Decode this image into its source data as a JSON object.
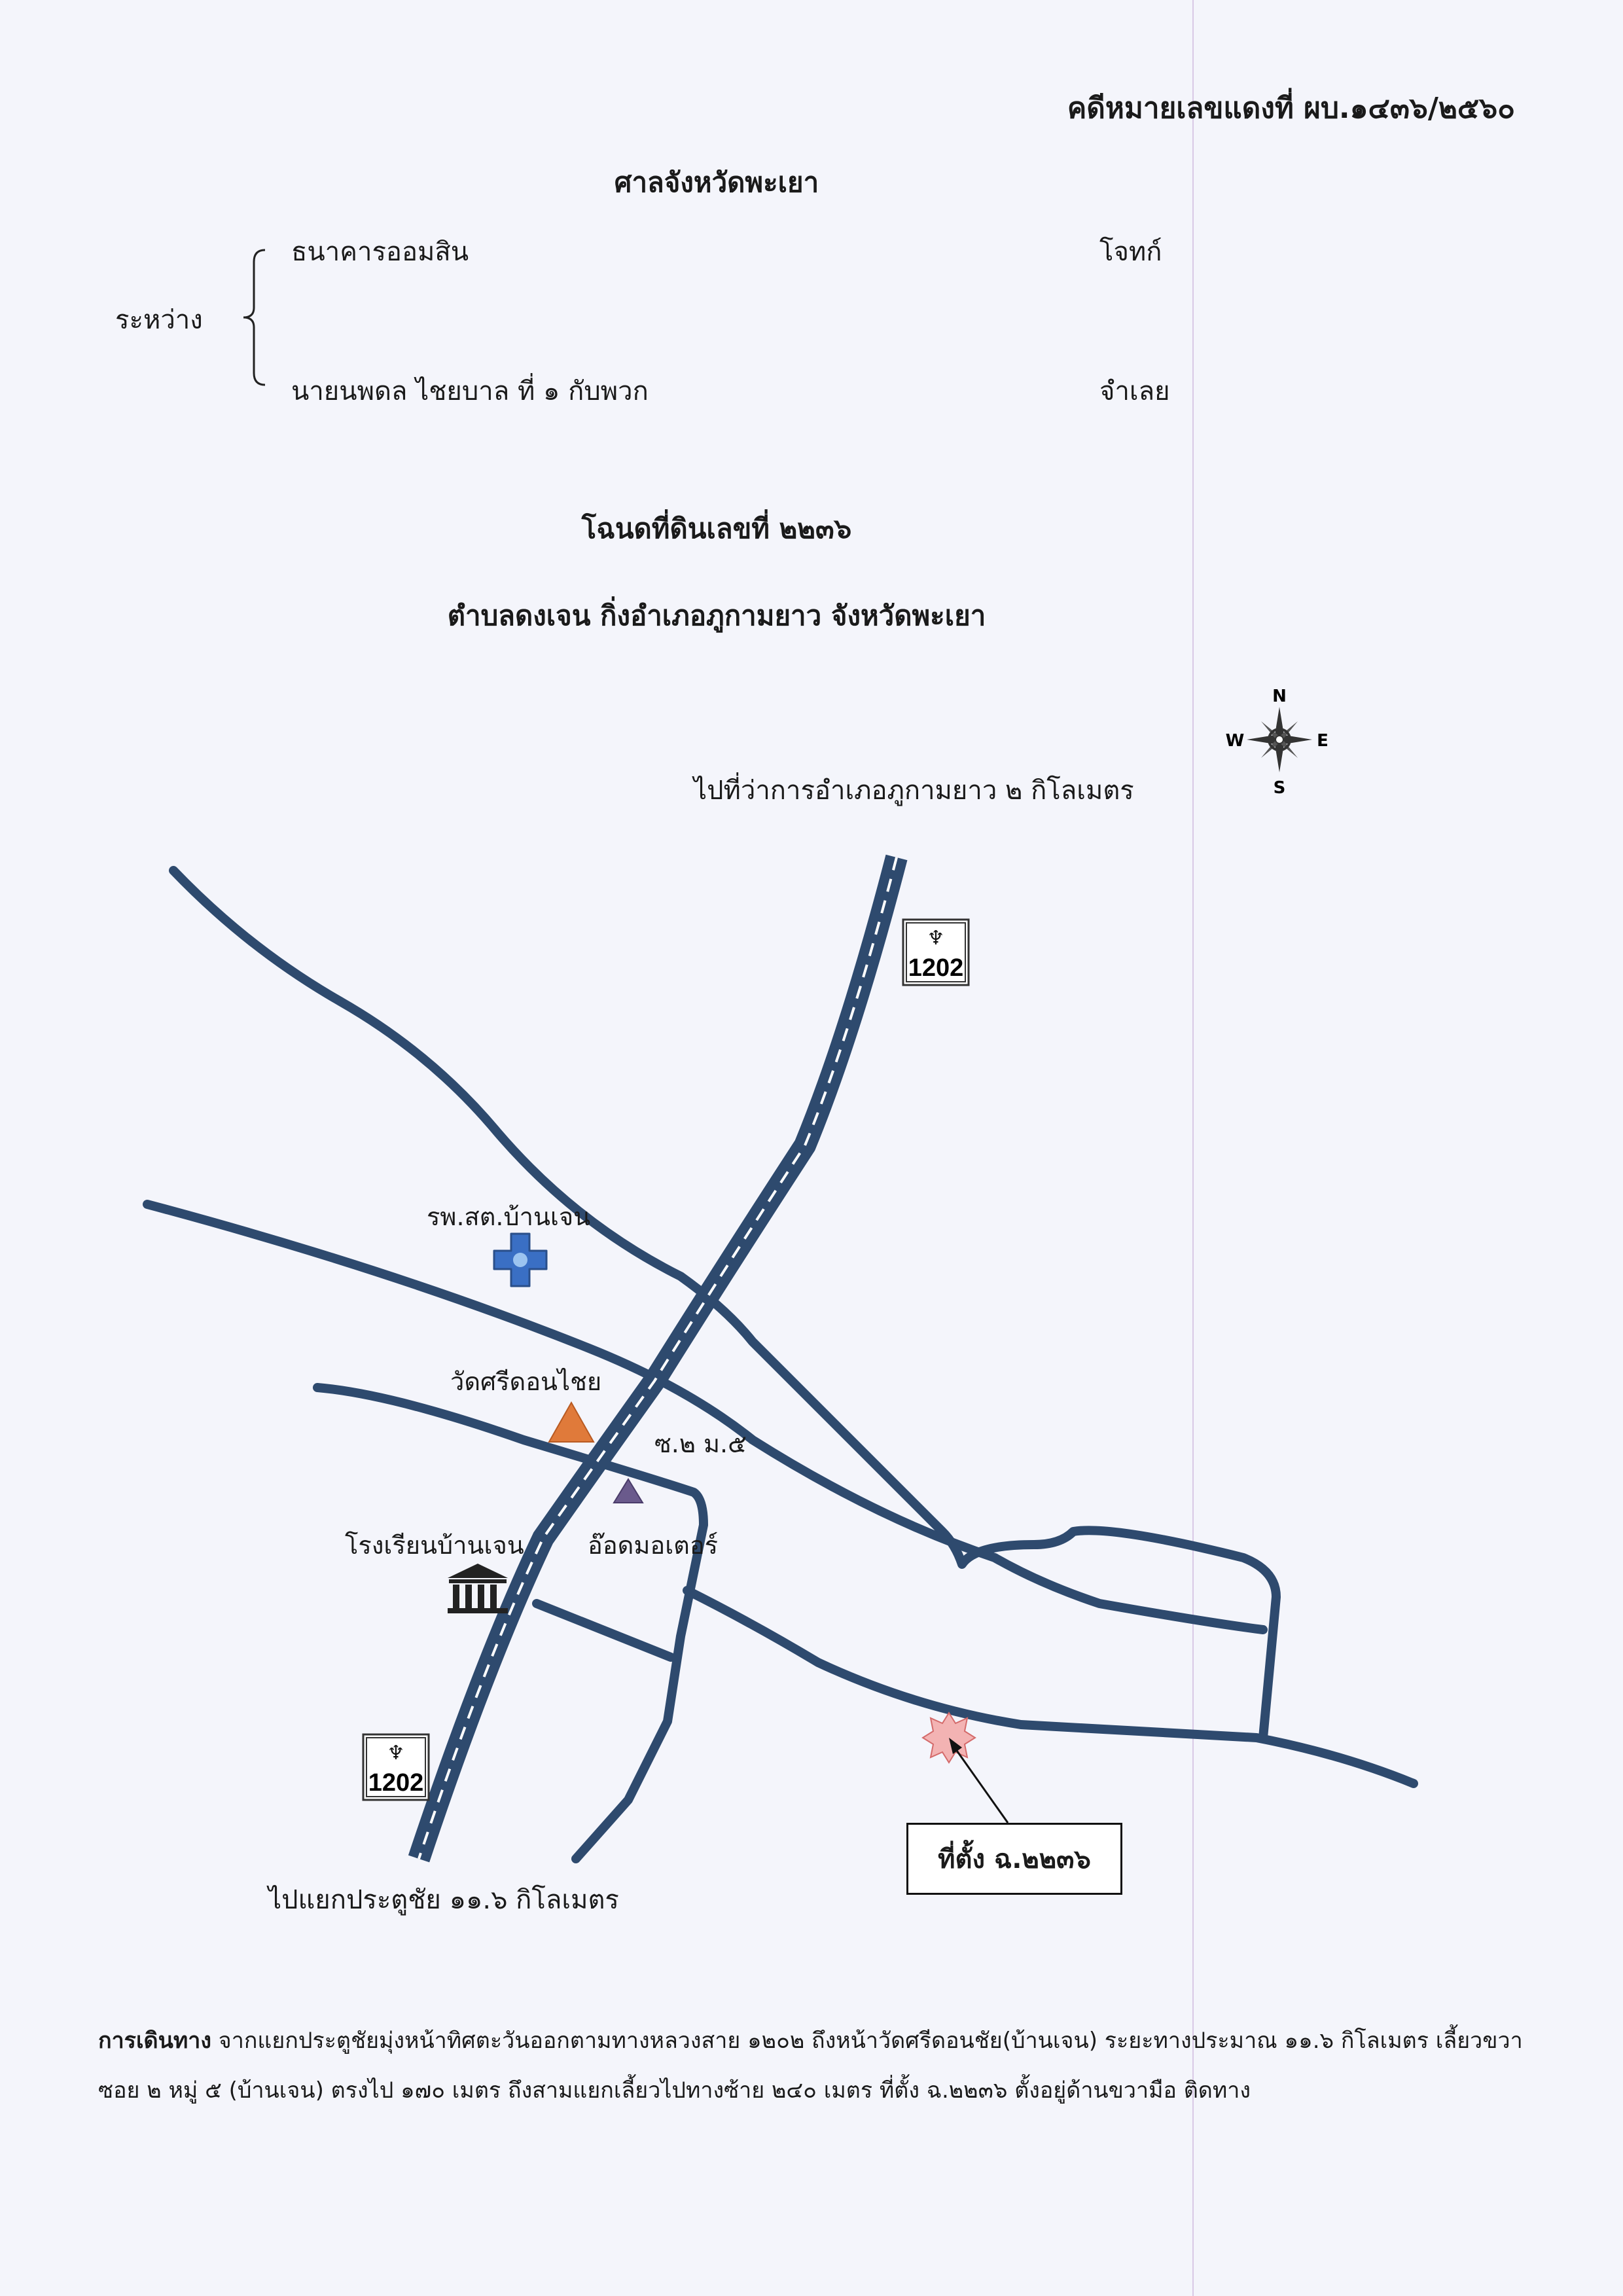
{
  "header": {
    "case_number": "คดีหมายเลขแดงที่ ผบ.๑๔๓๖/๒๕๖๐",
    "court": "ศาลจังหวัดพะเยา"
  },
  "parties": {
    "between_label": "ระหว่าง",
    "plaintiff_name": "ธนาคารออมสิน",
    "plaintiff_role": "โจทก์",
    "defendant_name": "นายนพดล  ไชยบาล ที่ ๑ กับพวก",
    "defendant_role": "จำเลย"
  },
  "deed": {
    "title": "โฉนดที่ดินเลขที่ ๒๒๓๖",
    "location": "ตำบลดงเจน กิ่งอำเภอภูกามยาว จังหวัดพะเยา"
  },
  "map": {
    "compass": {
      "n": "N",
      "s": "S",
      "e": "E",
      "w": "W"
    },
    "to_north": "ไปที่ว่าการอำเภอภูกามยาว ๒ กิโลเมตร",
    "to_south": "ไปแยกประตูชัย ๑๑.๖ กิโลเมตร",
    "highway_number": "1202",
    "landmarks": {
      "hospital": "รพ.สต.บ้านเจน",
      "temple": "วัดศรีดอนไชย",
      "soi": "ซ.๒ ม.๕",
      "garage": "อ๊อดมอเตอร์",
      "school": "โรงเรียนบ้านเจน"
    },
    "site_label": "ที่ตั้ง ฉ.๒๒๓๖",
    "colors": {
      "road": "#2e4a6e",
      "temple": "#e07a3a",
      "garage": "#6a5a8c",
      "hospital": "#3a6fc4",
      "site_marker": "#f3b3b3"
    }
  },
  "directions": {
    "label": "การเดินทาง",
    "text": " จากแยกประตูชัยมุ่งหน้าทิศตะวันออกตามทางหลวงสาย ๑๒๐๒ ถึงหน้าวัดศรีดอนชัย(บ้านเจน) ระยะทางประมาณ ๑๑.๖ กิโลเมตร เลี้ยวขวาซอย ๒ หมู่ ๕ (บ้านเจน) ตรงไป ๑๗๐ เมตร ถึงสามแยกเลี้ยวไปทางซ้าย ๒๔๐ เมตร ที่ตั้ง ฉ.๒๒๓๖ ตั้งอยู่ด้านขวามือ ติดทาง"
  }
}
